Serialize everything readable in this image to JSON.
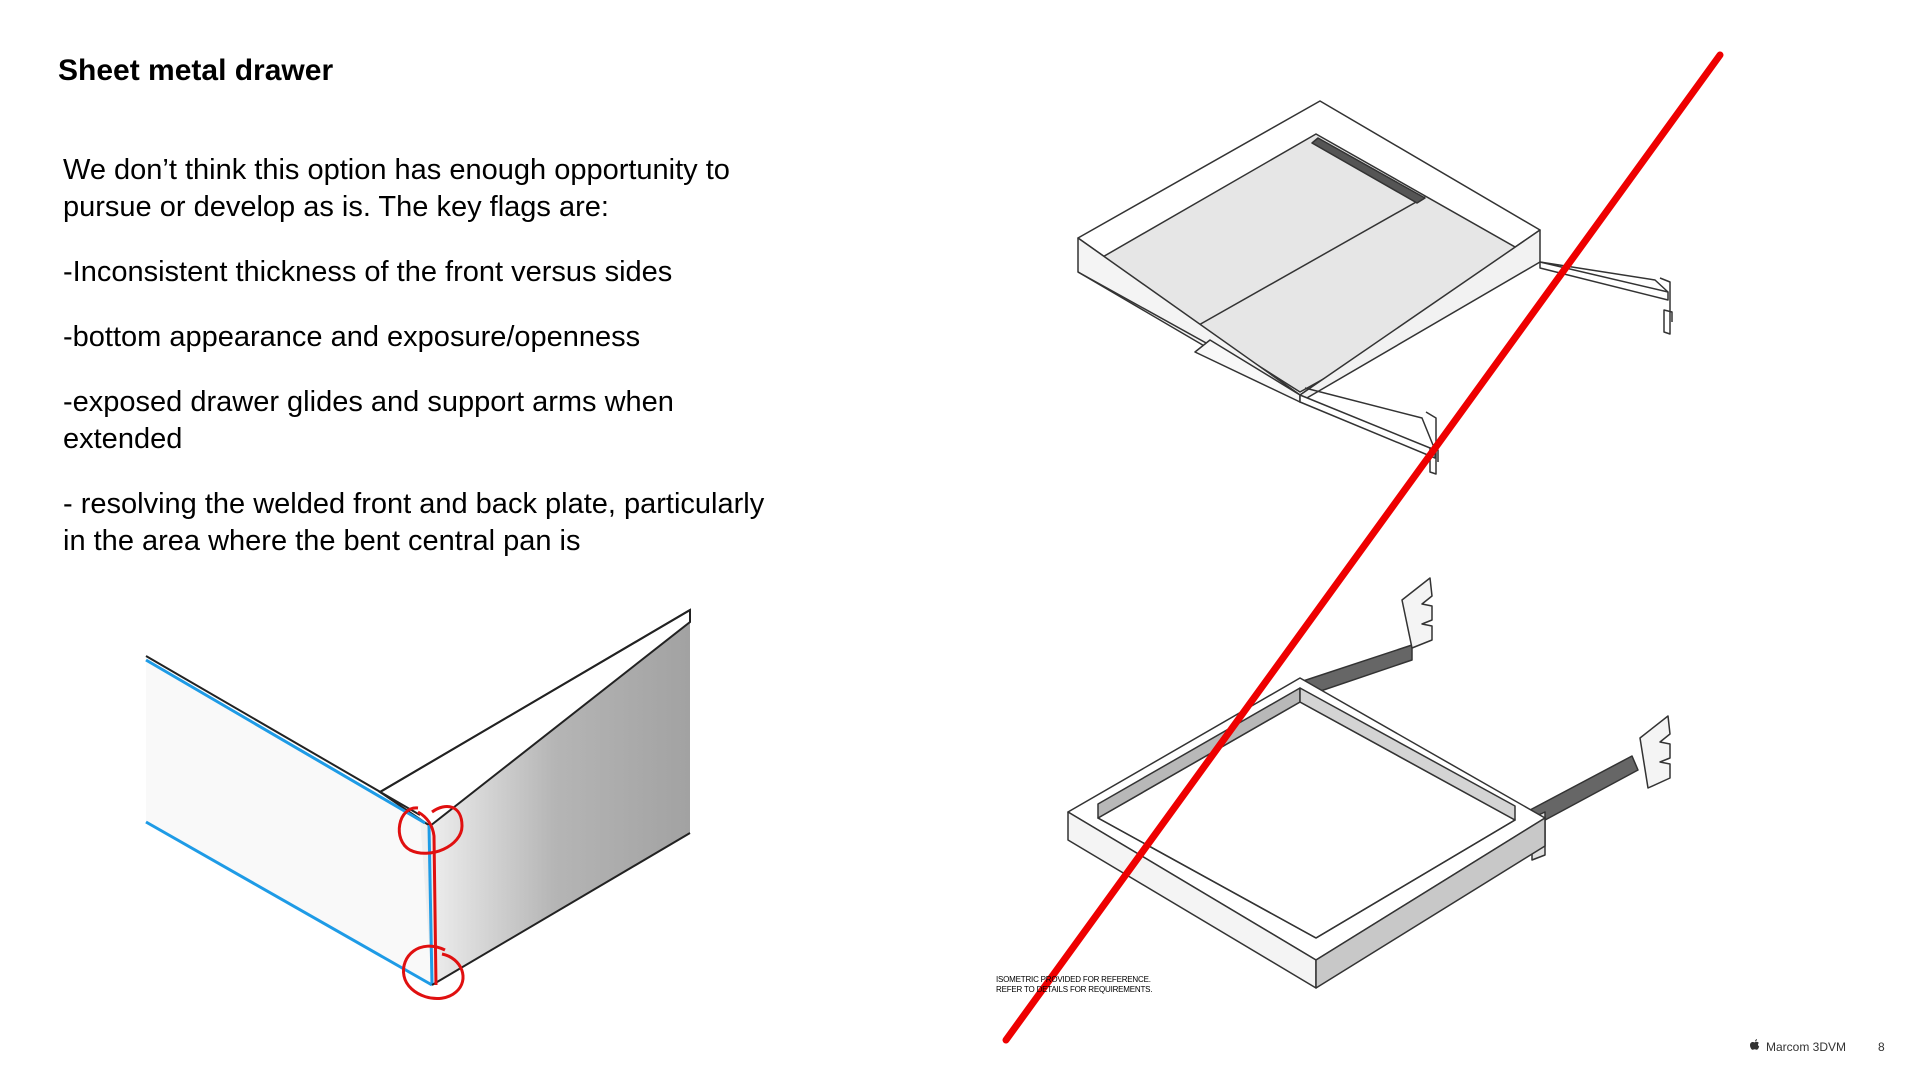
{
  "slide": {
    "title": "Sheet metal drawer",
    "paragraphs": [
      "We don’t think this option has enough opportunity to pursue or develop as is. The key flags are:",
      "-Inconsistent thickness of the front versus sides",
      "-bottom appearance and exposure/openness",
      "-exposed drawer glides and support arms when extended",
      "- resolving the welded front and back plate, particularly in the area where the bent central pan is"
    ]
  },
  "drawing_note": {
    "line1": "ISOMETRIC PROVIDED FOR REFERENCE.",
    "line2": "REFER TO DETAILS FOR REQUIREMENTS."
  },
  "footer": {
    "logo_icon": "apple-logo-icon",
    "brand": "Marcom 3DVM",
    "page": "8"
  },
  "colors": {
    "rejection_line": "#ee0000",
    "edge_highlight": "#1e9be6",
    "markup_circle": "#e01010"
  }
}
